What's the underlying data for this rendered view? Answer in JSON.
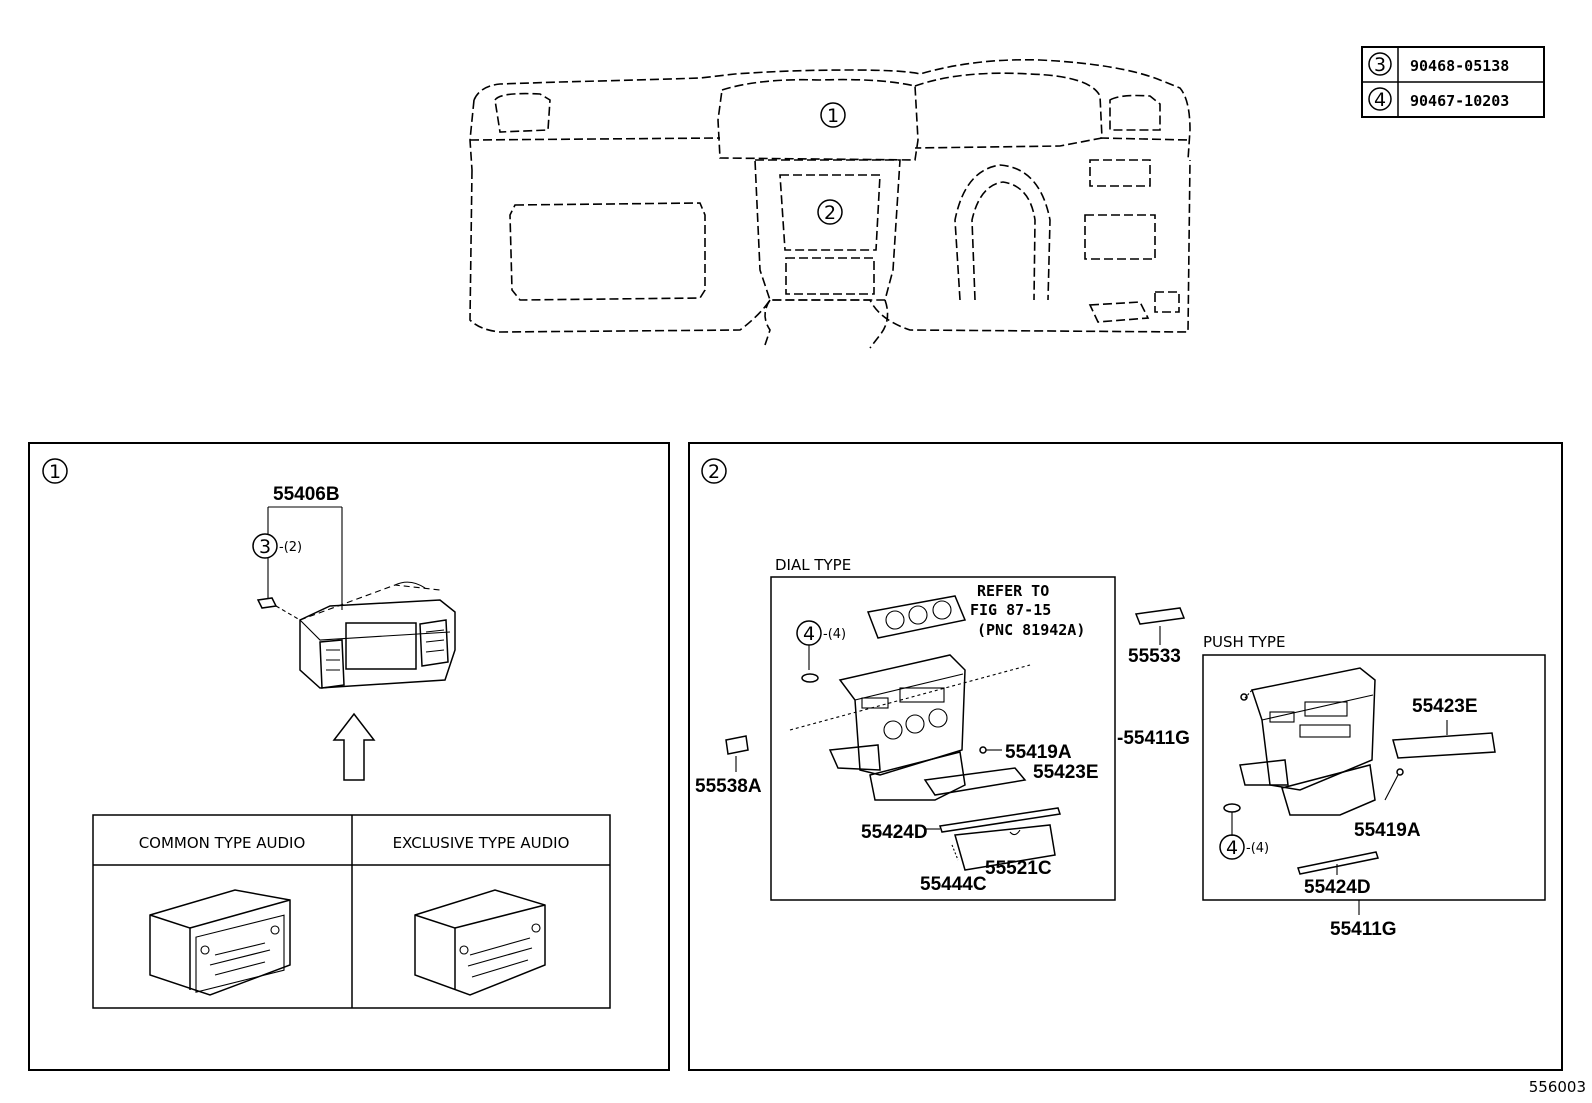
{
  "legend": {
    "rows": [
      {
        "key": "3",
        "part": "90468-05138"
      },
      {
        "key": "4",
        "part": "90467-10203"
      }
    ]
  },
  "overview": {
    "marker1": "1",
    "marker2": "2"
  },
  "panel1": {
    "marker": "1",
    "part_cluster": "55406B",
    "callout_key": "3",
    "callout_qty": "-(2)",
    "audio_common": "COMMON TYPE AUDIO",
    "audio_exclusive": "EXCLUSIVE TYPE AUDIO"
  },
  "panel2": {
    "marker": "2",
    "dial_title": "DIAL TYPE",
    "refer_line1": "REFER TO",
    "refer_line2": "FIG 87-15",
    "refer_line3": "(PNC 81942A)",
    "dial_callout_key": "4",
    "dial_callout_qty": "-(4)",
    "p55419A": "55419A",
    "p55423E": "55423E",
    "p55424D": "55424D",
    "p55521C": "55521C",
    "p55444C": "55444C",
    "p55411G": "-55411G",
    "p55538A": "55538A",
    "p55533": "55533",
    "push_title": "PUSH TYPE",
    "push_p55423E": "55423E",
    "push_p55419A": "55419A",
    "push_p55424D": "55424D",
    "push_p55411G": "55411G",
    "push_callout_key": "4",
    "push_callout_qty": "-(4)"
  },
  "figure_id": "556003"
}
